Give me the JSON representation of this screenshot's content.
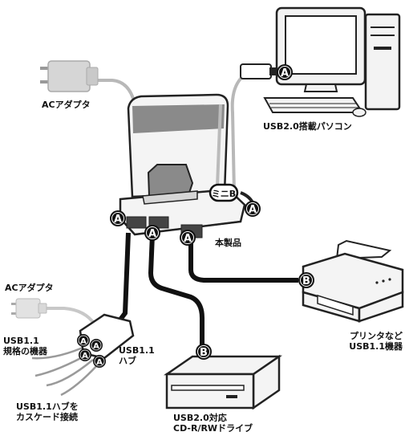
{
  "labels": {
    "ac_adapter_top": "ACアダプタ",
    "pc": "USB2.0搭載パソコン",
    "product": "本製品",
    "ac_adapter_left": "ACアダプタ",
    "usb11_device_line1": "USB1.1",
    "usb11_device_line2": "規格の機器",
    "hub_line1": "USB1.1",
    "hub_line2": "ハブ",
    "cascade_line1": "USB1.1ハブを",
    "cascade_line2": "カスケード接続",
    "printer_line1": "プリンタなど",
    "printer_line2": "USB1.1機器",
    "drive_line1": "USB2.0対応",
    "drive_line2": "CD-R/RWドライブ"
  },
  "connectors": {
    "a": "A",
    "b": "B",
    "mini_b": "ミニB"
  },
  "colors": {
    "cable": "#111111",
    "ac_cord": "#b8b8b8",
    "product_body": "#f4f4f4",
    "product_top": "#8a8a8a"
  }
}
